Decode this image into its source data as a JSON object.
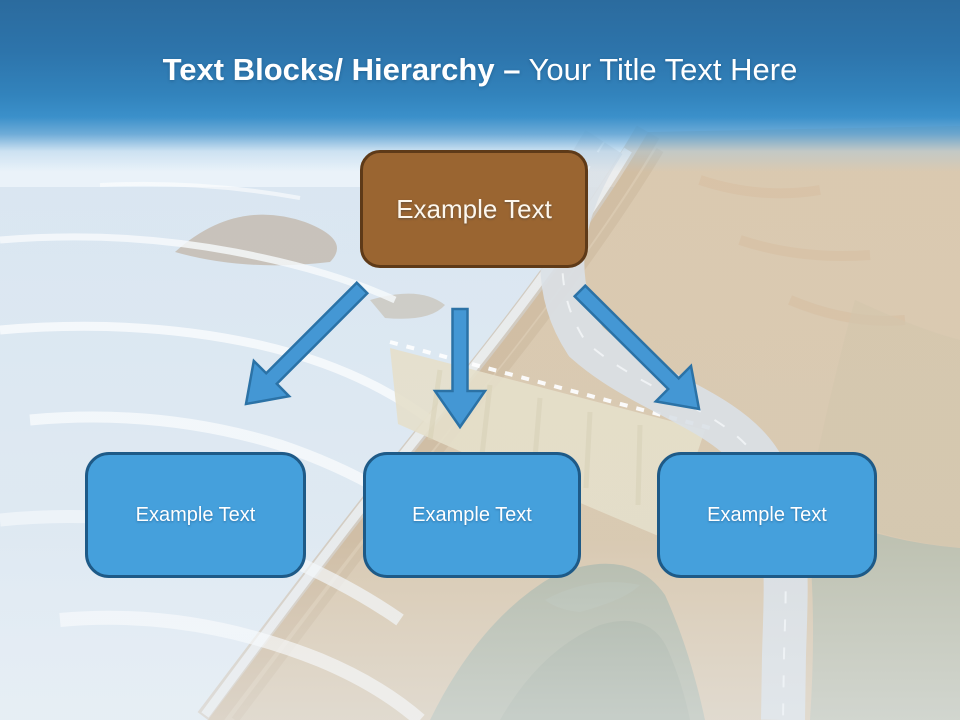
{
  "slide": {
    "title": {
      "bold": "Text Blocks/ Hierarchy –",
      "regular": "Your Title Text Here"
    },
    "diagram": {
      "root": {
        "label": "Example Text"
      },
      "children": [
        {
          "label": "Example Text"
        },
        {
          "label": "Example Text"
        },
        {
          "label": "Example Text"
        }
      ]
    },
    "colors": {
      "header_top": "#2b6b9e",
      "header_mid": "#3488c2",
      "root_fill": "#9a6531",
      "root_border": "#5e3a18",
      "child_fill": "#45a0dc",
      "child_border": "#1e5a87",
      "arrow_fill": "#4497d4",
      "arrow_border": "#2b72a6",
      "title_text": "#ffffff",
      "box_text": "#ffffff"
    },
    "background": {
      "description": "Washed-out aerial photo of a coastal highway curving along ocean cliffs"
    }
  }
}
